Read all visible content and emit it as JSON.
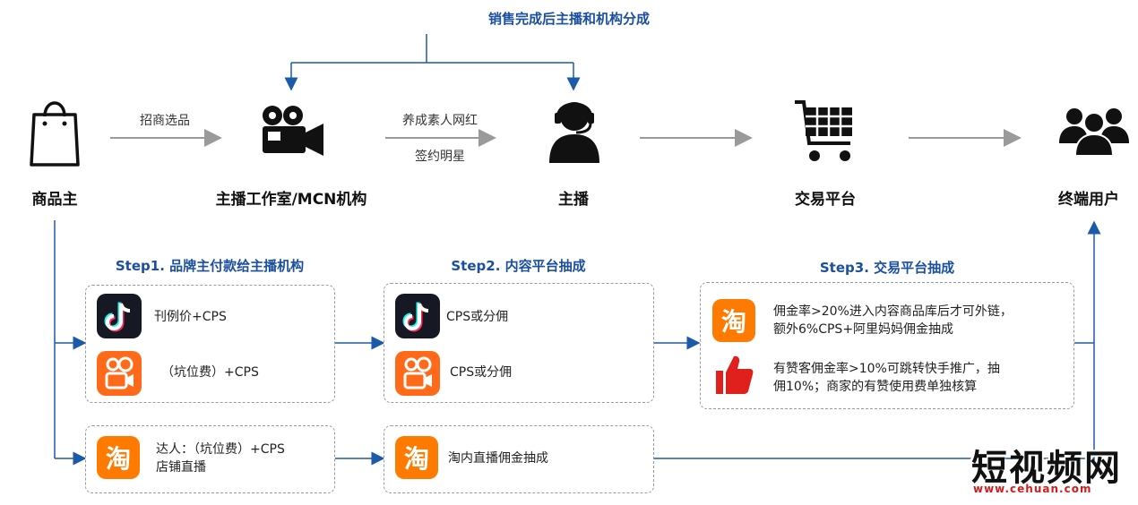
{
  "top_note": "销售完成后主播和机构分成",
  "nodes": [
    {
      "label": "商品主",
      "icon": "shopping-bag-icon"
    },
    {
      "label": "主播工作室/MCN机构",
      "icon": "movie-camera-icon"
    },
    {
      "label": "主播",
      "icon": "headset-person-icon"
    },
    {
      "label": "交易平台",
      "icon": "shopping-cart-icon"
    },
    {
      "label": "终端用户",
      "icon": "user-group-icon"
    }
  ],
  "edge_labels": {
    "merchant_to_mcn": "招商选品",
    "mcn_to_anchor_1": "养成素人网红",
    "mcn_to_anchor_2": "签约明星"
  },
  "steps": [
    {
      "title": "Step1. 品牌主付款给主播机构"
    },
    {
      "title": "Step2. 内容平台抽成"
    },
    {
      "title": "Step3. 交易平台抽成"
    }
  ],
  "step1_rows": [
    {
      "icon": "douyin-icon",
      "text": "刊例价+CPS"
    },
    {
      "icon": "kuaishou-icon",
      "text": "（坑位费）+CPS"
    }
  ],
  "step2_rows": [
    {
      "icon": "douyin-icon",
      "text": "CPS或分佣"
    },
    {
      "icon": "kuaishou-icon",
      "text": "CPS或分佣"
    }
  ],
  "step3_rows": [
    {
      "icon": "taobao-icon",
      "line1": "佣金率>20%进入内容商品库后才可外链，",
      "line2": "额外6%CPS+阿里妈妈佣金抽成"
    },
    {
      "icon": "youzan-thumb-icon",
      "line1": "有赞客佣金率>10%可跳转快手推广，抽",
      "line2": "佣10%；商家的有赞使用费单独核算"
    }
  ],
  "bottom_left": {
    "icon": "taobao-icon",
    "line1": "达人：（坑位费）+CPS",
    "line2": "店铺直播"
  },
  "bottom_mid": {
    "icon": "taobao-icon",
    "text": "淘内直播佣金抽成"
  },
  "watermark": {
    "title": "短视频网",
    "url": "www.cehuan.com"
  },
  "colors": {
    "accent_blue": "#1b5aa8",
    "arrow_gray": "#9a9a9a",
    "taobao_orange": "#ff7a00",
    "douyin_black": "#161823",
    "kuaishou_orange": "#ff6a1a",
    "youzan_red": "#e0201c"
  }
}
